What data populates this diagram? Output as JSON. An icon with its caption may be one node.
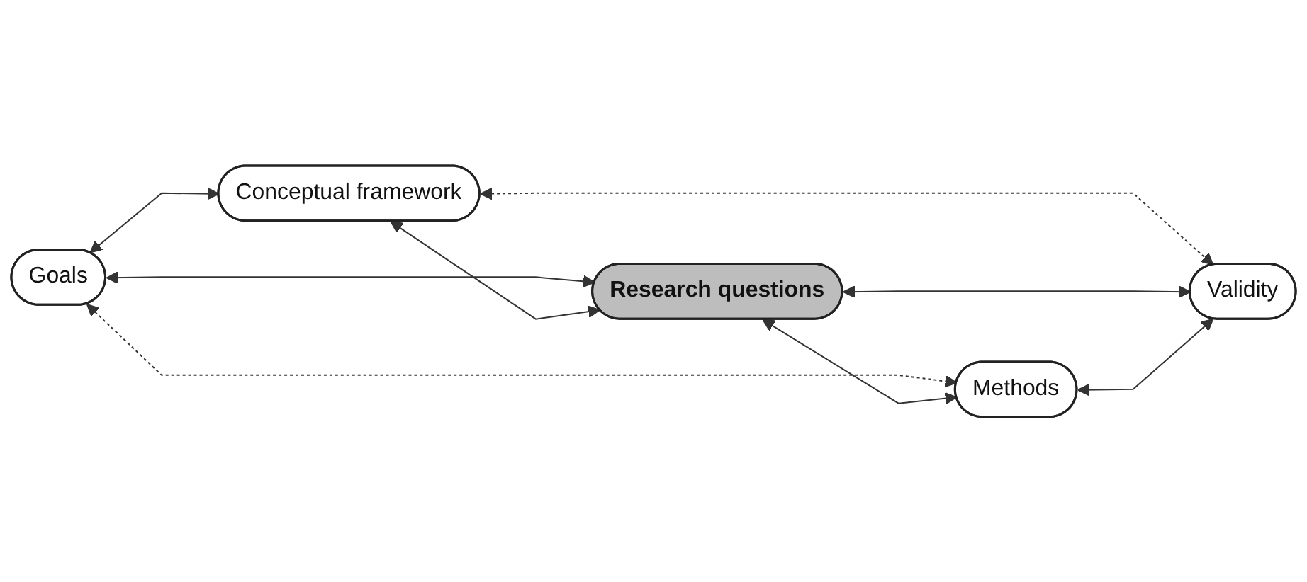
{
  "diagram": {
    "nodes": [
      {
        "text": [
          "Goals"
        ]
      },
      {
        "text": [
          "Conceptual framework"
        ]
      },
      {
        "text": [
          "Research questions"
        ]
      },
      {
        "text": [
          "Methods"
        ]
      },
      {
        "text": [
          "Validity"
        ]
      }
    ],
    "edges": [
      {
        "from": 0,
        "to": 1,
        "arrow": "both"
      },
      {
        "from": 0,
        "to": 2,
        "arrow": "both"
      },
      {
        "from": 1,
        "to": 2,
        "arrow": "both"
      },
      {
        "from": 0,
        "to": 3,
        "arrow": "both",
        "style": "dashed"
      },
      {
        "from": 1,
        "to": 4,
        "arrow": "both",
        "style": "dashed"
      },
      {
        "from": 2,
        "to": 3,
        "arrow": "both"
      },
      {
        "from": 2,
        "to": 4,
        "arrow": "both"
      },
      {
        "from": 3,
        "to": 4,
        "arrow": "both"
      }
    ]
  }
}
